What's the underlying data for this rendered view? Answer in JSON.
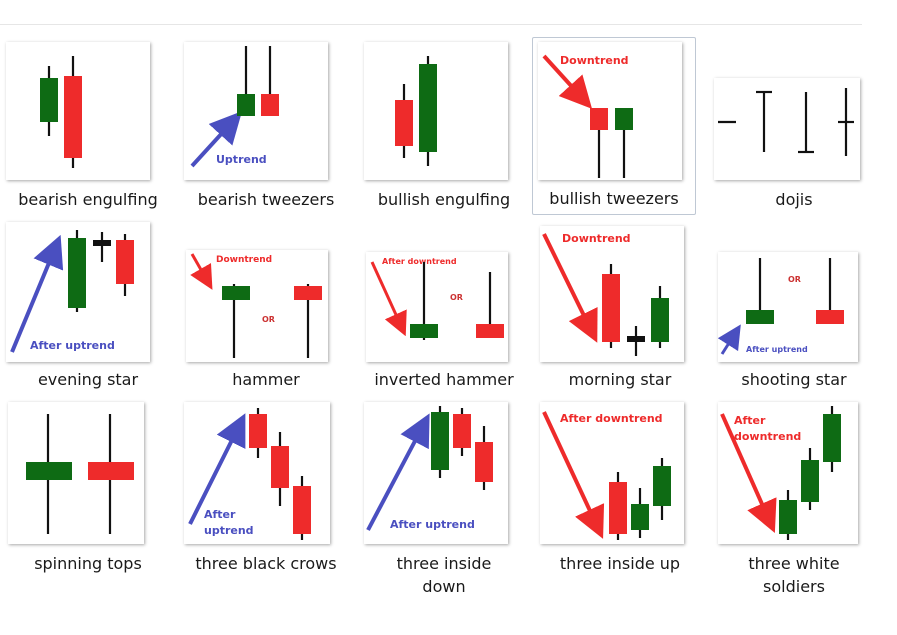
{
  "tiles": [
    {
      "id": "bearish-engulfing",
      "label": "bearish engulfing"
    },
    {
      "id": "bearish-tweezers",
      "label": "bearish tweezers",
      "annotation": "Uptrend"
    },
    {
      "id": "bullish-engulfing",
      "label": "bullish engulfing"
    },
    {
      "id": "bullish-tweezers",
      "label": "bullish tweezers",
      "annotation": "Downtrend",
      "selected": true
    },
    {
      "id": "dojis",
      "label": "dojis"
    },
    {
      "id": "evening-star",
      "label": "evening star",
      "annotation": "After uptrend"
    },
    {
      "id": "hammer",
      "label": "hammer",
      "annotation": "Downtrend",
      "or": "OR"
    },
    {
      "id": "inverted-hammer",
      "label": "inverted hammer",
      "annotation": "After downtrend",
      "or": "OR"
    },
    {
      "id": "morning-star",
      "label": "morning star",
      "annotation": "Downtrend"
    },
    {
      "id": "shooting-star",
      "label": "shooting star",
      "annotation": "After uptrend",
      "or": "OR"
    },
    {
      "id": "spinning-tops",
      "label": "spinning tops"
    },
    {
      "id": "three-black-crows",
      "label": "three black crows",
      "annotation_line1": "After",
      "annotation_line2": "uptrend"
    },
    {
      "id": "three-inside-down",
      "label_line1": "three inside",
      "label_line2": "down",
      "annotation": "After uptrend"
    },
    {
      "id": "three-inside-up",
      "label": "three inside up",
      "annotation": "After downtrend"
    },
    {
      "id": "three-white-soldiers",
      "label_line1": "three white",
      "label_line2": "soldiers",
      "annotation_line1": "After",
      "annotation_line2": "downtrend"
    }
  ],
  "colors": {
    "bull": "#0e6b14",
    "bear": "#ee2b2b",
    "doji": "#111111",
    "uptrend_arrow": "#4a4fc0",
    "downtrend_arrow": "#ee2b2b"
  }
}
